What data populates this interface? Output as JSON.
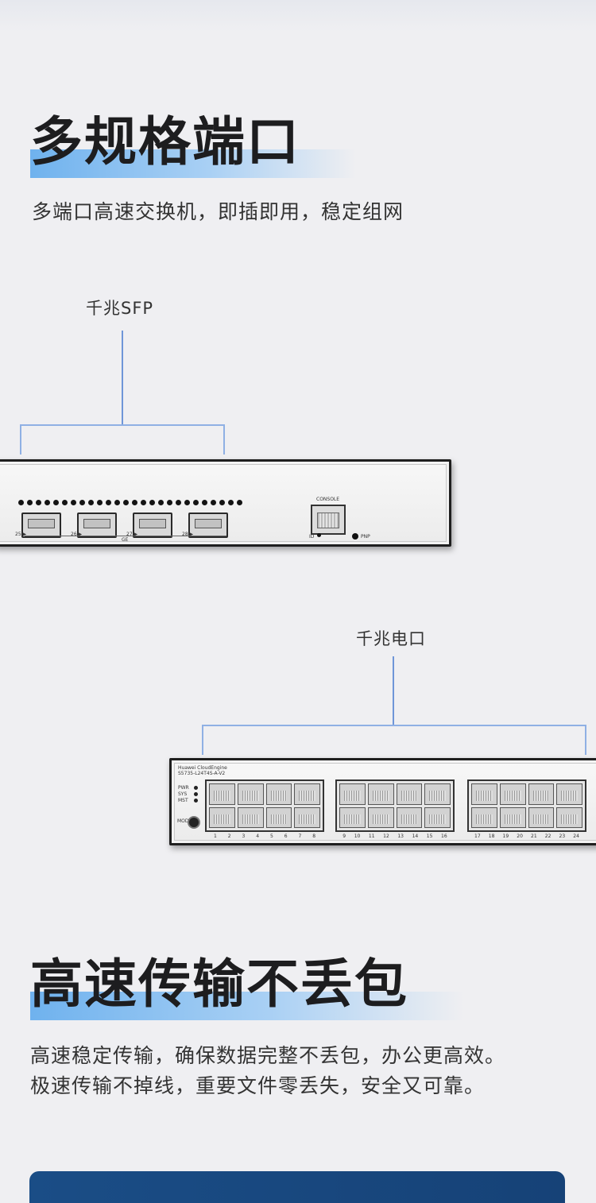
{
  "section1": {
    "title": "多规格端口",
    "subtitle": "多端口高速交换机，即插即用，稳定组网"
  },
  "callouts": {
    "sfp_label": "千兆SFP",
    "copper_label": "千兆电口"
  },
  "sfp_device": {
    "port_labels": [
      "25 ▶",
      "26 ▶",
      "27 ▶",
      "28 ▶"
    ],
    "ge_label": "GE",
    "console_label": "CONSOLE",
    "id_label": "ID",
    "pnp_label": "PNP"
  },
  "copper_device": {
    "brand_line1": "Huawei CloudEngine",
    "brand_line2": "S5735-L24T4S-A-V2",
    "status_leds": [
      "PWR",
      "SYS",
      "MST"
    ],
    "mode_label": "MODE",
    "group1_numbers": [
      "1",
      "2",
      "3",
      "4",
      "5",
      "6",
      "7",
      "8"
    ],
    "group2_numbers": [
      "9",
      "10",
      "11",
      "12",
      "13",
      "14",
      "15",
      "16"
    ],
    "group3_numbers": [
      "17",
      "18",
      "19",
      "20",
      "21",
      "22",
      "23",
      "24"
    ]
  },
  "section2": {
    "title": "高速传输不丢包",
    "line1": "高速稳定传输，确保数据完整不丢包，办公更高效。",
    "line2": "极速传输不掉线，重要文件零丢失，安全又可靠。"
  },
  "colors": {
    "accent_band": "#6fb2ee",
    "callout_line": "#6f96d8",
    "bottom_bar": "#1a4d86"
  }
}
